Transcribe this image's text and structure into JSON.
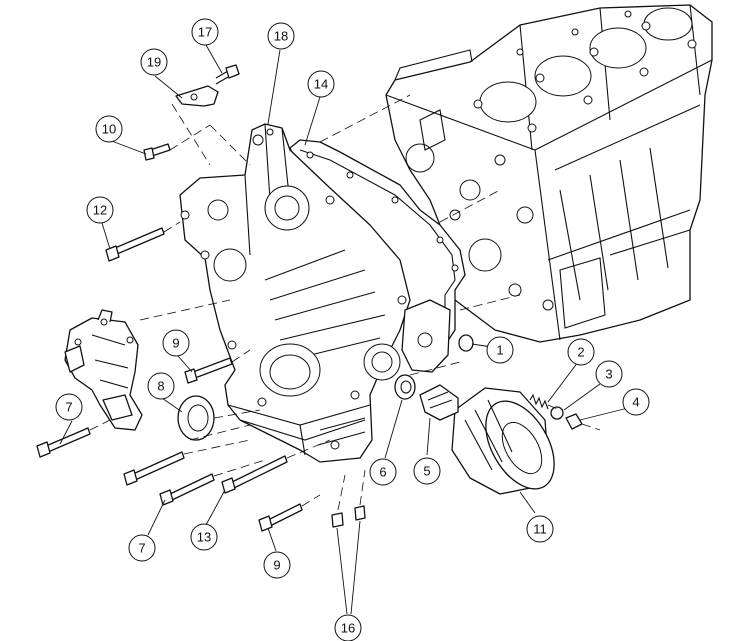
{
  "callouts": [
    {
      "id": "c1",
      "label": "1"
    },
    {
      "id": "c2",
      "label": "2"
    },
    {
      "id": "c3",
      "label": "3"
    },
    {
      "id": "c4",
      "label": "4"
    },
    {
      "id": "c5",
      "label": "5"
    },
    {
      "id": "c6",
      "label": "6"
    },
    {
      "id": "c7a",
      "label": "7"
    },
    {
      "id": "c7b",
      "label": "7"
    },
    {
      "id": "c8",
      "label": "8"
    },
    {
      "id": "c9a",
      "label": "9"
    },
    {
      "id": "c9b",
      "label": "9"
    },
    {
      "id": "c10",
      "label": "10"
    },
    {
      "id": "c11",
      "label": "11"
    },
    {
      "id": "c12",
      "label": "12"
    },
    {
      "id": "c13",
      "label": "13"
    },
    {
      "id": "c14",
      "label": "14"
    },
    {
      "id": "c16",
      "label": "16"
    },
    {
      "id": "c17",
      "label": "17"
    },
    {
      "id": "c18",
      "label": "18"
    },
    {
      "id": "c19",
      "label": "19"
    }
  ]
}
